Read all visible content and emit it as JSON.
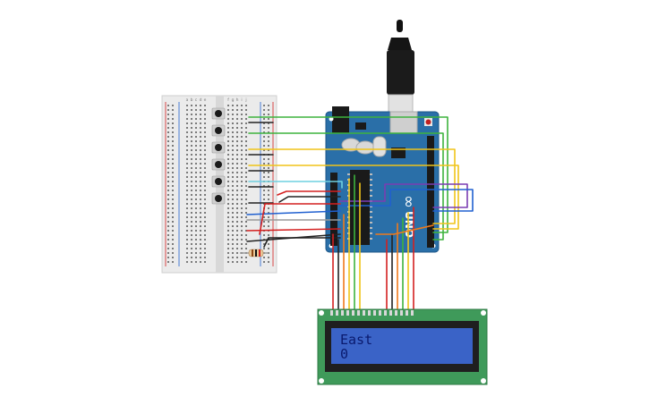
{
  "lcd": {
    "line1": "East",
    "line2": "0",
    "screen_color": "#3a63c7",
    "text_color": "#0a1a6e",
    "board_color": "#3f9a5a"
  },
  "arduino": {
    "brand_mark": "∞",
    "model": "UNO",
    "board_color": "#2a6fa8"
  },
  "breadboard": {
    "column_letters": [
      "a",
      "b",
      "c",
      "d",
      "e",
      "f",
      "g",
      "h",
      "i",
      "j"
    ],
    "button_count": 6
  },
  "wire_colors": {
    "green": "#3db33d",
    "yellow": "#f0c419",
    "cyan": "#6fd0e0",
    "red": "#d42020",
    "black": "#222222",
    "purple": "#7b3db3",
    "blue": "#2060d0",
    "gray": "#9a9a9a",
    "orange": "#f07a1a"
  }
}
